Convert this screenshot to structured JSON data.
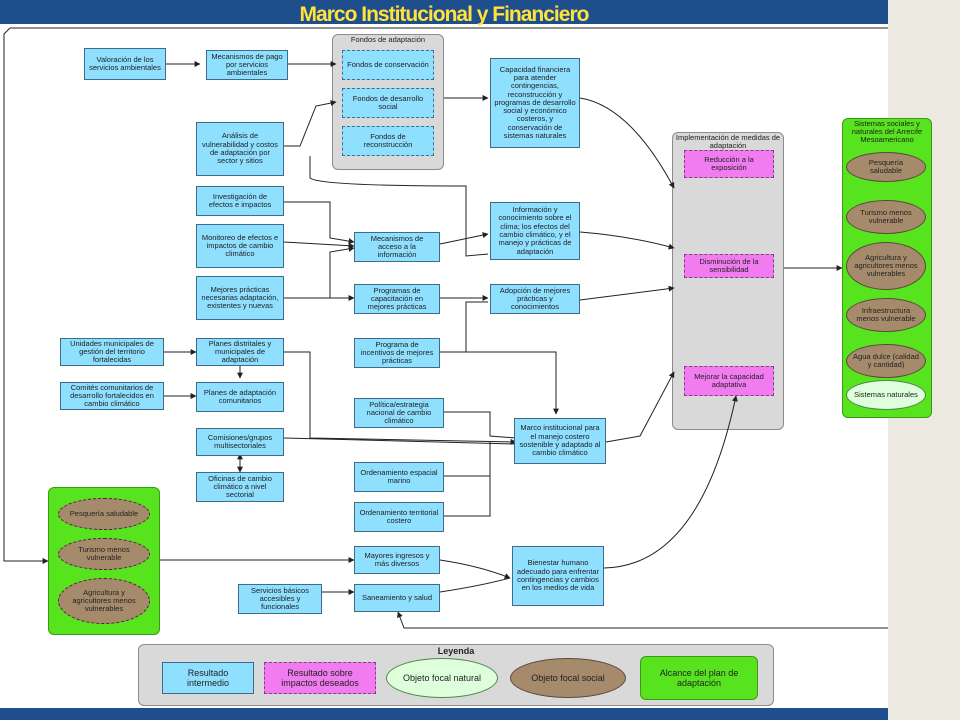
{
  "title": "Marco Institucional y Financiero",
  "colors": {
    "header": "#1f4e8c",
    "title": "#ffe23a",
    "intermediate": "#8fdfff",
    "impact": "#f07cf0",
    "focal_natural": "#dfffdc",
    "focal_social": "#a58b6c",
    "scope": "#57e31e"
  },
  "panels": {
    "fondos": "Fondos de adaptación",
    "implementacion": "Implementación de medidas de adaptación",
    "sistemas": "Sistemas sociales y naturales del Arrecife Mesoamericano",
    "leyenda": "Leyenda"
  },
  "nodes": {
    "valoracion": "Valoración de los servicios ambientales",
    "mecanismos_pago": "Mecanismos de pago por servicios ambientales",
    "fondo_conservacion": "Fondos de conservación",
    "fondo_social": "Fondos de desarrollo social",
    "fondo_reconstruccion": "Fondos de reconstrucción",
    "capacidad": "Capacidad financiera para atender contingencias, reconstrucción y programas de desarrollo social y económico costeros, y conservación de sistemas naturales",
    "analisis": "Análisis de vulnerabilidad y costos de adaptación por sector y sitios",
    "investigacion": "Investigación de efectos e impactos",
    "monitoreo": "Monitoreo de efectos e impactos de cambio climático",
    "practicas": "Mejores prácticas necesarias adaptación, existentes y nuevas",
    "mec_acceso": "Mecanismos de acceso a la información",
    "prog_capacitacion": "Programas de capacitación en mejores prácticas",
    "informacion": "Información y conocimiento sobre el clima; los efectos del cambio climático, y el manejo y prácticas de adaptación",
    "adopcion": "Adopción de mejores prácticas y conocimientos",
    "unidades": "Unidades municipales de gestión del territorio fortalecidas",
    "planes_distritales": "Planes distritales y municipales de adaptación",
    "prog_incentivos": "Programa de incentivos de mejores prácticas",
    "comites": "Comités comunitarios de desarrollo fortalecidos en cambio climático",
    "planes_comunitarios": "Planes de adaptación comunitarios",
    "politica": "Política/estrategia nacional de cambio climático",
    "comisiones": "Comisiones/grupos multisectoriales",
    "marco": "Marco institucional para el manejo costero sostenible y adaptado al cambio climático",
    "oficinas": "Oficinas de cambio climático a nivel sectorial",
    "ord_marino": "Ordenamiento espacial marino",
    "ord_terrestre": "Ordenamiento territorial costero",
    "ingresos": "Mayores ingresos y más diversos",
    "bienestar": "Bienestar humano adecuado para enfrentar contingencias y cambios en los medios de vida",
    "servicios": "Servicios básicos accesibles y funcionales",
    "saneamiento": "Saneamiento y salud",
    "reduccion": "Reducción a la exposición",
    "disminucion": "Disminución de la sensibilidad",
    "mejorar": "Mejorar la capacidad adaptativa",
    "r_pesqueria": "Pesquería saludable",
    "r_turismo": "Turismo menos vulnerable",
    "r_agricultura": "Agricultura y agricultores menos vulnerables",
    "r_infraestructura": "Infraestructura menos vulnerable",
    "r_agua": "Agua dulce (calidad y cantidad)",
    "r_sistemas": "Sistemas naturales",
    "l_pesqueria": "Pesquería saludable",
    "l_turismo": "Turismo menos vulnerable",
    "l_agricultura": "Agricultura y agricultores menos vulnerables"
  },
  "legend": {
    "intermedio": "Resultado intermedio",
    "impactos": "Resultado sobre impactos deseados",
    "natural": "Objeto focal natural",
    "social": "Objeto focal social",
    "alcance": "Alcance del plan de adaptación"
  }
}
